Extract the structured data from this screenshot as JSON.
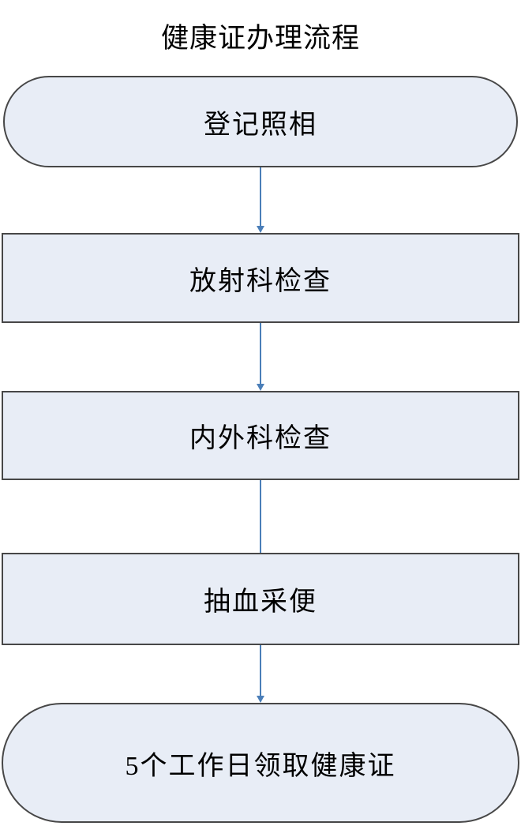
{
  "title": "健康证办理流程",
  "flow": {
    "nodes": [
      {
        "id": "start",
        "shape": "stadium",
        "label": "登记照相"
      },
      {
        "id": "radiology",
        "shape": "rect",
        "label": "放射科检查"
      },
      {
        "id": "internal-surgical",
        "shape": "rect",
        "label": "内外科检查"
      },
      {
        "id": "blood-stool",
        "shape": "rect",
        "label": "抽血采便"
      },
      {
        "id": "end",
        "shape": "stadium",
        "label": "5个工作日领取健康证"
      }
    ],
    "connectors": [
      {
        "from": "start",
        "to": "radiology",
        "arrowhead": true
      },
      {
        "from": "radiology",
        "to": "internal-surgical",
        "arrowhead": true
      },
      {
        "from": "internal-surgical",
        "to": "blood-stool",
        "arrowhead": false
      },
      {
        "from": "blood-stool",
        "to": "end",
        "arrowhead": true
      }
    ]
  },
  "colors": {
    "background": "#ffffff",
    "node_fill": "#e8edf6",
    "node_border": "#474747",
    "connector": "#4a7eb8",
    "text": "#000000"
  }
}
